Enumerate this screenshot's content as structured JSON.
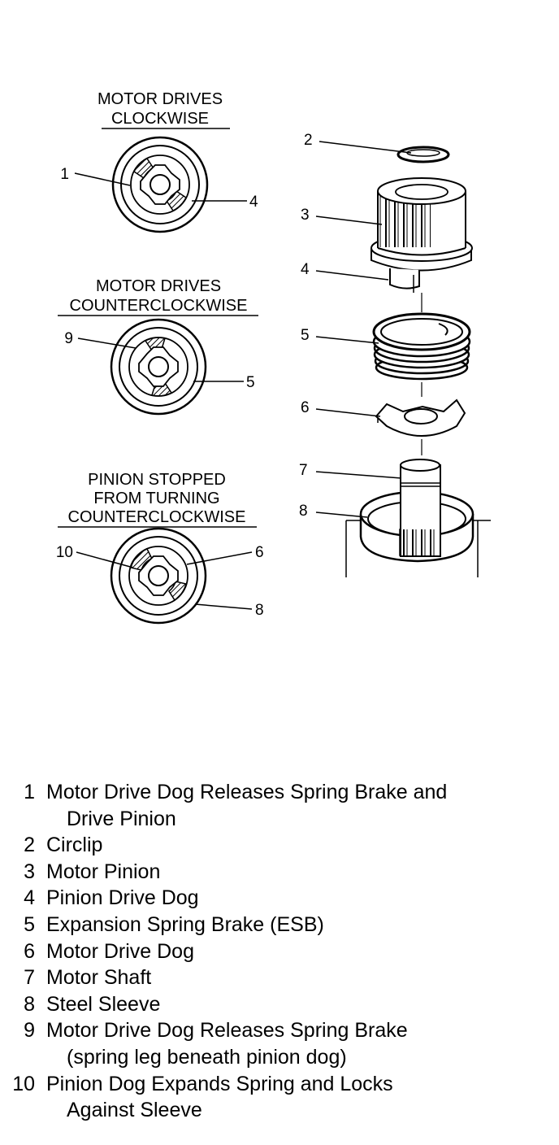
{
  "headings": {
    "clockwise": [
      "MOTOR DRIVES",
      "CLOCKWISE"
    ],
    "counterclockwise": [
      "MOTOR DRIVES",
      "COUNTERCLOCKWISE"
    ],
    "stopped": [
      "PINION STOPPED",
      "FROM TURNING",
      "COUNTERCLOCKWISE"
    ]
  },
  "callouts": {
    "c1": "1",
    "c4a": "4",
    "c9": "9",
    "c5a": "5",
    "c10": "10",
    "c6a": "6",
    "c8a": "8",
    "c2": "2",
    "c3": "3",
    "c4b": "4",
    "c5b": "5",
    "c6b": "6",
    "c7": "7",
    "c8b": "8"
  },
  "legend": [
    {
      "num": "1",
      "lines": [
        "Motor Drive Dog Releases Spring Brake and",
        "Drive Pinion"
      ]
    },
    {
      "num": "2",
      "lines": [
        "Circlip"
      ]
    },
    {
      "num": "3",
      "lines": [
        "Motor Pinion"
      ]
    },
    {
      "num": "4",
      "lines": [
        "Pinion Drive Dog"
      ]
    },
    {
      "num": "5",
      "lines": [
        "Expansion Spring Brake (ESB)"
      ]
    },
    {
      "num": "6",
      "lines": [
        "Motor Drive Dog"
      ]
    },
    {
      "num": "7",
      "lines": [
        "Motor Shaft"
      ]
    },
    {
      "num": "8",
      "lines": [
        "Steel Sleeve"
      ]
    },
    {
      "num": "9",
      "lines": [
        "Motor Drive Dog Releases Spring Brake",
        "(spring leg beneath pinion dog)"
      ]
    },
    {
      "num": "10",
      "lines": [
        "Pinion Dog Expands Spring and Locks",
        "Against Sleeve"
      ]
    }
  ]
}
